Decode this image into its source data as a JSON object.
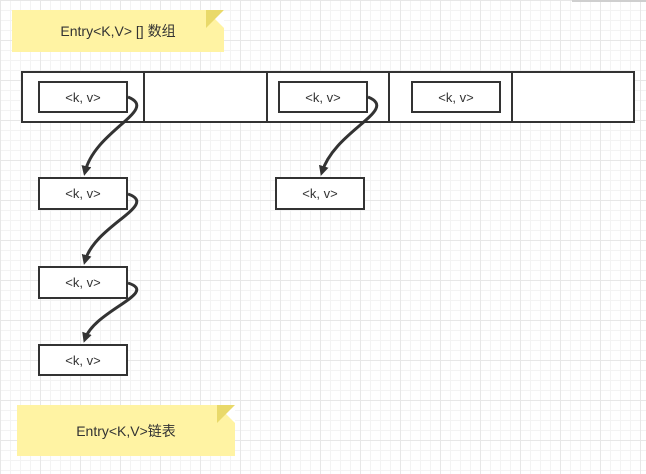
{
  "notes": {
    "array_label": "Entry<K,V>  [] 数组",
    "list_label": "Entry<K,V>链表"
  },
  "nodes": {
    "array_cell_1": "<k, v>",
    "array_cell_3": "<k, v>",
    "array_cell_4": "<k, v>",
    "chain1_node1": "<k, v>",
    "chain1_node2": "<k, v>",
    "chain1_node3": "<k, v>",
    "chain2_node1": "<k, v>"
  },
  "colors": {
    "note_fill": "#fff3a3",
    "stroke": "#333333",
    "grid": "#e7e7e7"
  }
}
